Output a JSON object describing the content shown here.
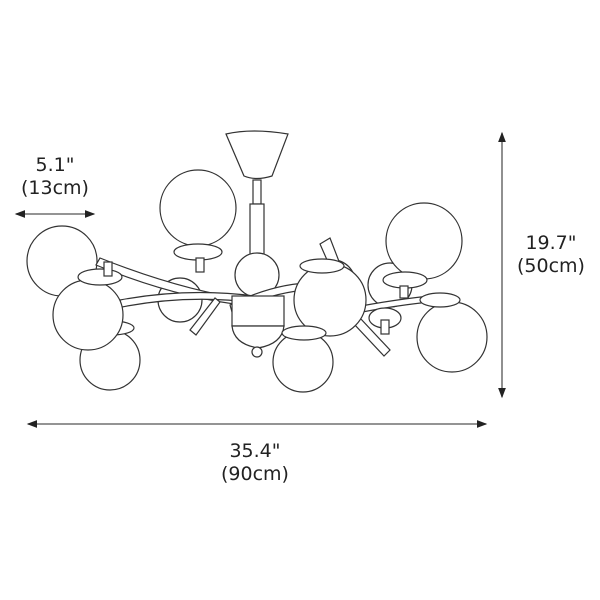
{
  "diagram": {
    "subject": "Sputnik globe chandelier line drawing",
    "line_color": "#333333",
    "dimension_line_color": "#555555",
    "dimensions": {
      "globe_diameter": {
        "inches": "5.1\"",
        "cm": "(13cm)"
      },
      "height": {
        "inches": "19.7\"",
        "cm": "(50cm)"
      },
      "width": {
        "inches": "35.4\"",
        "cm": "(90cm)"
      }
    }
  }
}
